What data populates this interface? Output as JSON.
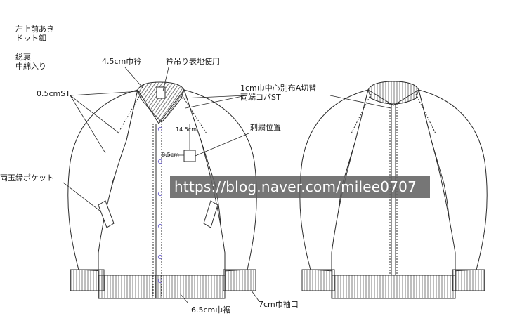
{
  "notes": {
    "front_opening": "左上前あき",
    "dot_button": "ドット釦",
    "full_lining": "総裏",
    "padding": "中綿入り",
    "collar_width": "4.5cm巾衿",
    "collar_hanger": "衿吊り表地使用",
    "stitch": "0.5cmST",
    "center_panel_line1": "1cm巾中心別布A切替",
    "center_panel_line2": "両端コバST",
    "embroidery": "刺繍位置",
    "pocket": "両玉縁ポケット",
    "hem_width": "6.5cm巾裾",
    "cuff_width": "7cm巾袖口",
    "measure_vertical": "14.5cm",
    "measure_horizontal": "8.5cm"
  },
  "watermark": "https://blog.naver.com/milee0707",
  "colors": {
    "line": "#2b2b2b",
    "button": "#7b6fd6",
    "watermark_bg": "#5f5f5f"
  }
}
